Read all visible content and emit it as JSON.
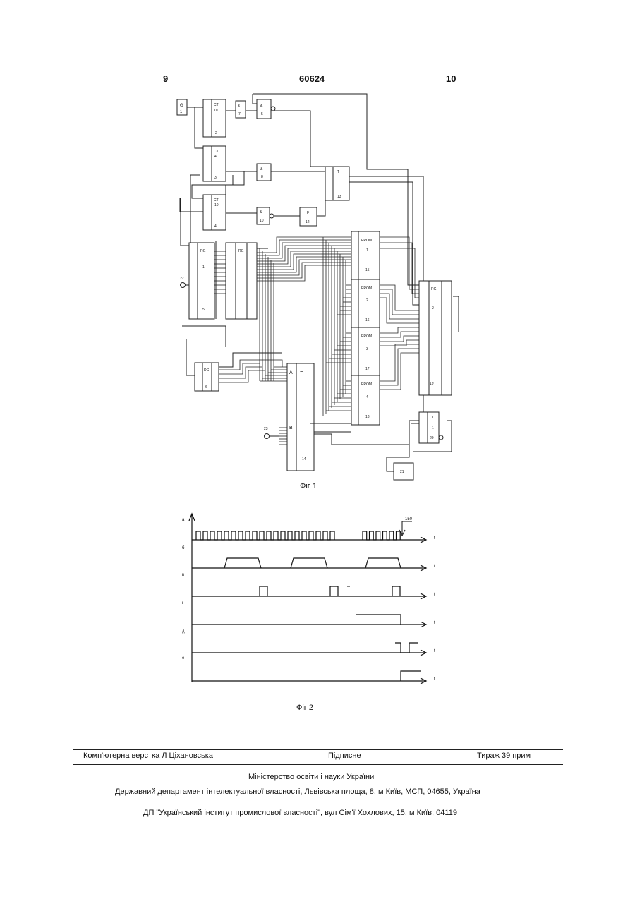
{
  "header": {
    "page_left": "9",
    "doc_number": "60624",
    "page_right": "10"
  },
  "figure1": {
    "caption": "Фіг 1",
    "blocks": {
      "gen": {
        "sym": "G",
        "num": "1"
      },
      "ct1": {
        "sym": "CT",
        "mid": "10",
        "num": "2"
      },
      "and7": {
        "sym": "&",
        "num": "7"
      },
      "and5": {
        "sym": "&",
        "num": "5"
      },
      "ct3": {
        "sym": "CT",
        "mid": "4",
        "num": "3"
      },
      "and8": {
        "sym": "&",
        "num": "8"
      },
      "trig13": {
        "sym": "T",
        "num": "13"
      },
      "ct4": {
        "sym": "CT",
        "mid": "10",
        "num": "4"
      },
      "and10": {
        "sym": "&",
        "num": "10"
      },
      "f12": {
        "sym": "F",
        "num": "12"
      },
      "rg5": {
        "sym": "RG",
        "mid": "1",
        "num": "5"
      },
      "rg1": {
        "sym": "RG",
        "num": "1"
      },
      "prom15": {
        "sym": "PROM",
        "mid": "1",
        "num": "15"
      },
      "prom16": {
        "sym": "PROM",
        "mid": "2",
        "num": "16"
      },
      "prom17": {
        "sym": "PROM",
        "mid": "3",
        "num": "17"
      },
      "prom18": {
        "sym": "PROM",
        "mid": "4",
        "num": "18"
      },
      "rg19": {
        "sym": "RG",
        "mid": "2",
        "num": "19"
      },
      "dc6": {
        "sym": "DC",
        "num": "6"
      },
      "cmp14": {
        "a": "A",
        "eq": "=",
        "b": "B",
        "num": "14"
      },
      "trig20": {
        "sym": "T",
        "mid": "1",
        "num": "20"
      },
      "b21": {
        "num": "21"
      }
    },
    "terminals": {
      "in22": "22",
      "in23": "23"
    }
  },
  "figure2": {
    "caption": "Фіг 2",
    "axis_label": "t",
    "rows": [
      "а",
      "б",
      "в",
      "г",
      "д",
      "е"
    ],
    "marker": "150"
  },
  "imprint": {
    "typesetter": "Комп'ютерна верстка Л Ціхановська",
    "signed": "Підписне",
    "circulation": "Тираж 39 прим",
    "ministry": "Міністерство освіти і науки України",
    "department": "Державний департамент інтелектуальної власності, Львівська площа, 8, м  Київ, МСП, 04655, Україна",
    "publisher": "ДП \"Український інститут промислової власності\", вул  Сім'ї Хохлових, 15, м  Київ, 04119"
  }
}
